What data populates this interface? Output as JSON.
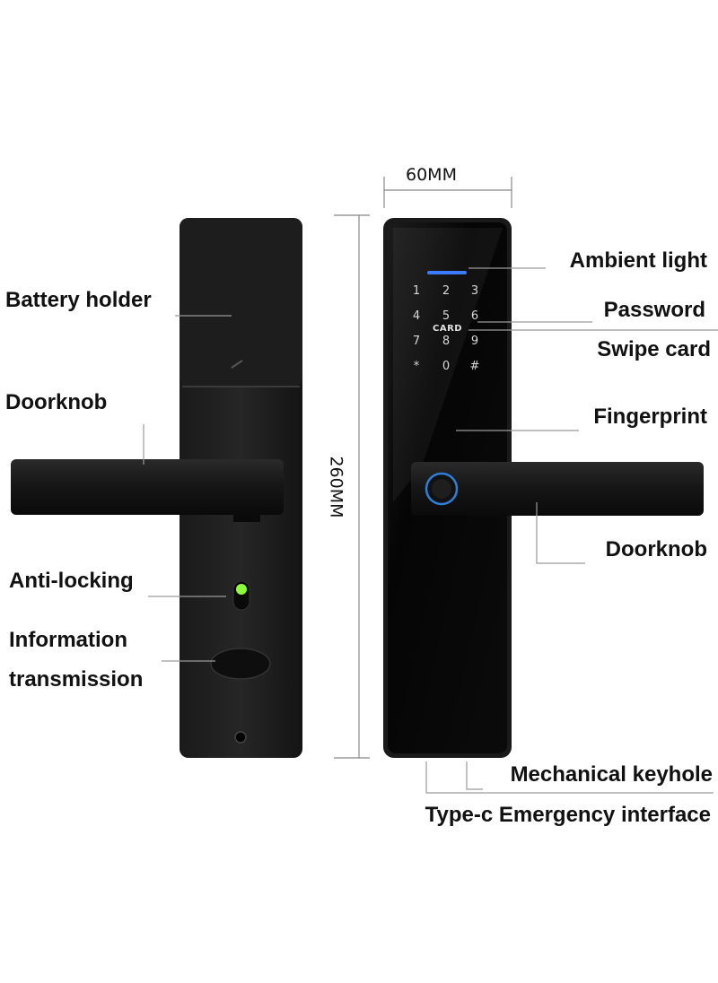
{
  "dimensions": {
    "width_label": "60MM",
    "height_label": "260MM"
  },
  "labels_left": {
    "battery_holder": "Battery holder",
    "doorknob": "Doorknob",
    "anti_locking": "Anti-locking",
    "information_line1": "Information",
    "information_line2": "transmission"
  },
  "labels_right": {
    "ambient_light": "Ambient light",
    "password": "Password",
    "swipe_card": "Swipe card",
    "fingerprint": "Fingerprint",
    "doorknob": "Doorknob",
    "mechanical_keyhole": "Mechanical keyhole",
    "type_c": "Type-c Emergency interface"
  },
  "keypad": {
    "keys": [
      "1",
      "2",
      "3",
      "4",
      "5",
      "6",
      "7",
      "8",
      "9",
      "*",
      "0",
      "#"
    ],
    "card_label": "CARD"
  },
  "colors": {
    "lock_body": "#121212",
    "front_panel": "#070707",
    "ambient_light": "#3b7bff",
    "anti_lock_indicator": "#8dff3a",
    "fingerprint_ring": "#2f7fd8",
    "leader_line": "#9a9a9a"
  }
}
